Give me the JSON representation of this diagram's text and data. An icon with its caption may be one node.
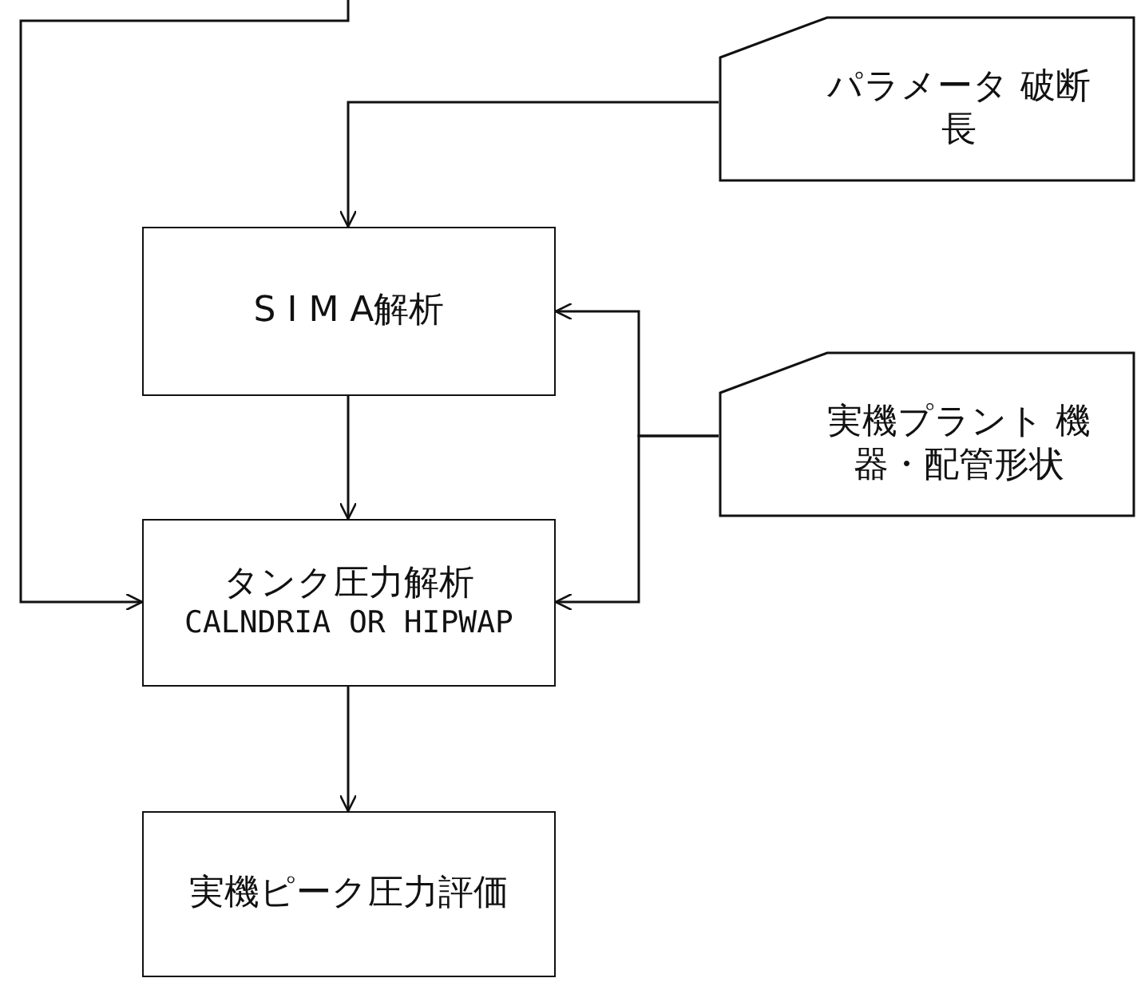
{
  "diagram": {
    "nodes": [
      {
        "text": [
          "パラメータ 破断長"
        ]
      },
      {
        "text": [
          "S I M A解析"
        ]
      },
      {
        "text": [
          "実機プラント 機器・配管形状"
        ]
      },
      {
        "text": [
          "タンク圧力解析",
          "CALNDRIA OR HIPWAP"
        ]
      },
      {
        "text": [
          "実機ピーク圧力評価"
        ]
      }
    ],
    "edges": [
      {
        "from": 0,
        "to": 1,
        "arrow": "to"
      },
      {
        "from": 2,
        "to": 1,
        "arrow": "to"
      },
      {
        "from": 2,
        "to": 3,
        "arrow": "to"
      },
      {
        "from": 1,
        "to": 3,
        "arrow": "to"
      },
      {
        "from": 3,
        "to": 4,
        "arrow": "to"
      },
      {
        "from": null,
        "to": 3,
        "arrow": "to"
      }
    ]
  }
}
